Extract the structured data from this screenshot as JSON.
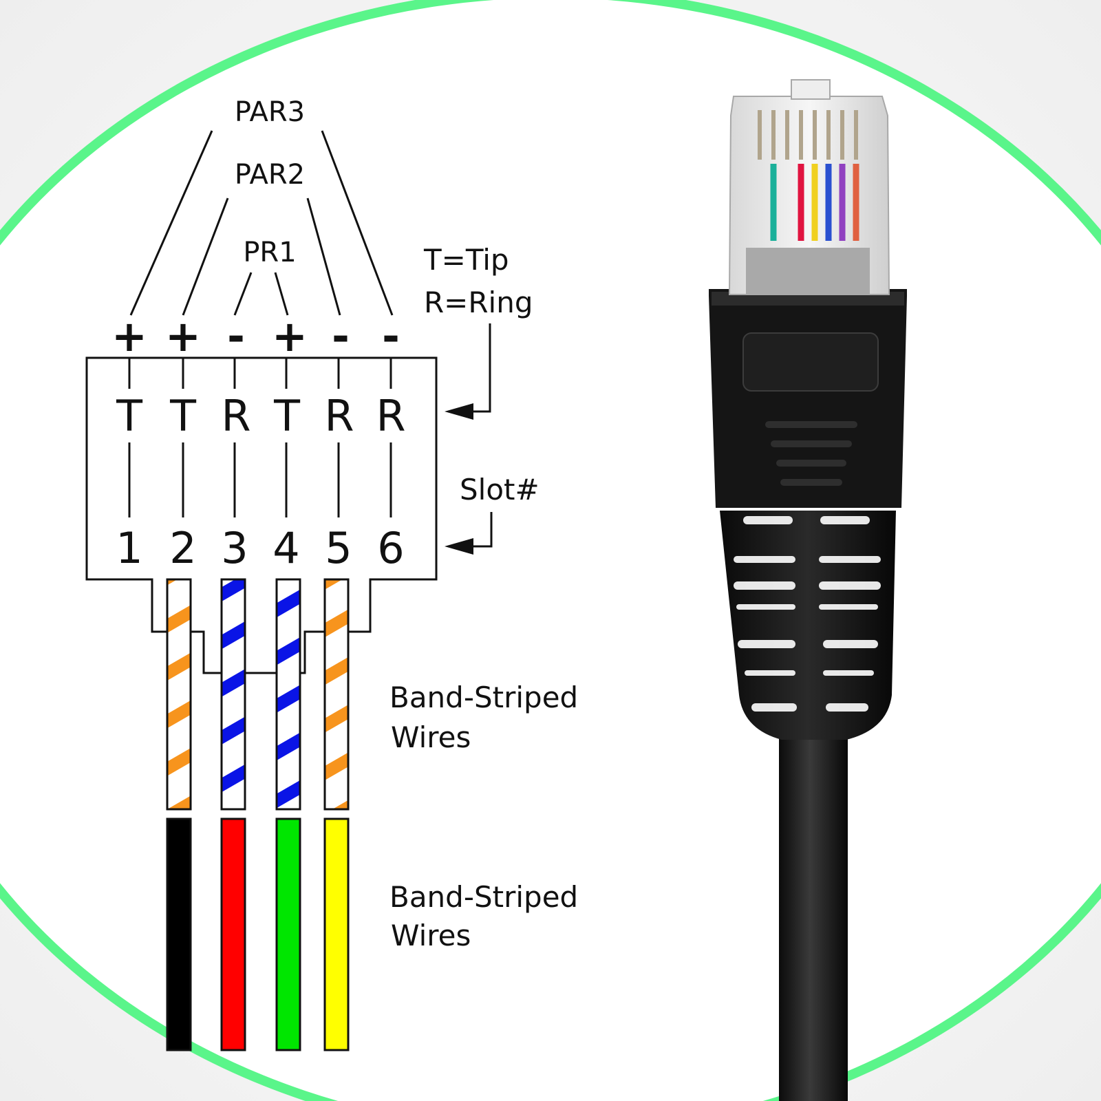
{
  "diagram": {
    "pairs": {
      "pair3": "PAR3",
      "pair2": "PAR2",
      "pair1": "PR1"
    },
    "legend": {
      "tip": "T=Tip",
      "ring": "R=Ring",
      "slot": "Slot#"
    },
    "polarity": [
      "+",
      "+",
      "-",
      "+",
      "-",
      "-"
    ],
    "conductors": [
      "T",
      "T",
      "R",
      "T",
      "R",
      "R"
    ],
    "slots": [
      "1",
      "2",
      "3",
      "4",
      "5",
      "6"
    ],
    "wire_labels": {
      "striped": [
        "Band-Striped",
        "Wires"
      ],
      "solid": [
        "Band-Striped",
        "Wires"
      ]
    },
    "striped_wires": [
      {
        "stripe_color": "#f7941d"
      },
      {
        "stripe_color": "#0a14e6"
      },
      {
        "stripe_color": "#0a14e6"
      },
      {
        "stripe_color": "#f7941d"
      }
    ],
    "solid_wires": [
      {
        "color": "#000000"
      },
      {
        "color": "#ff0000"
      },
      {
        "color": "#00e600"
      },
      {
        "color": "#ffff00"
      }
    ]
  },
  "background": {
    "accent": "#5af58a"
  },
  "plug": {
    "body_color": "#151515",
    "contact_colors": [
      "#1ab09a",
      "#e01440",
      "#f0d020",
      "#2a50d0",
      "#9040c0",
      "#e06040"
    ]
  }
}
